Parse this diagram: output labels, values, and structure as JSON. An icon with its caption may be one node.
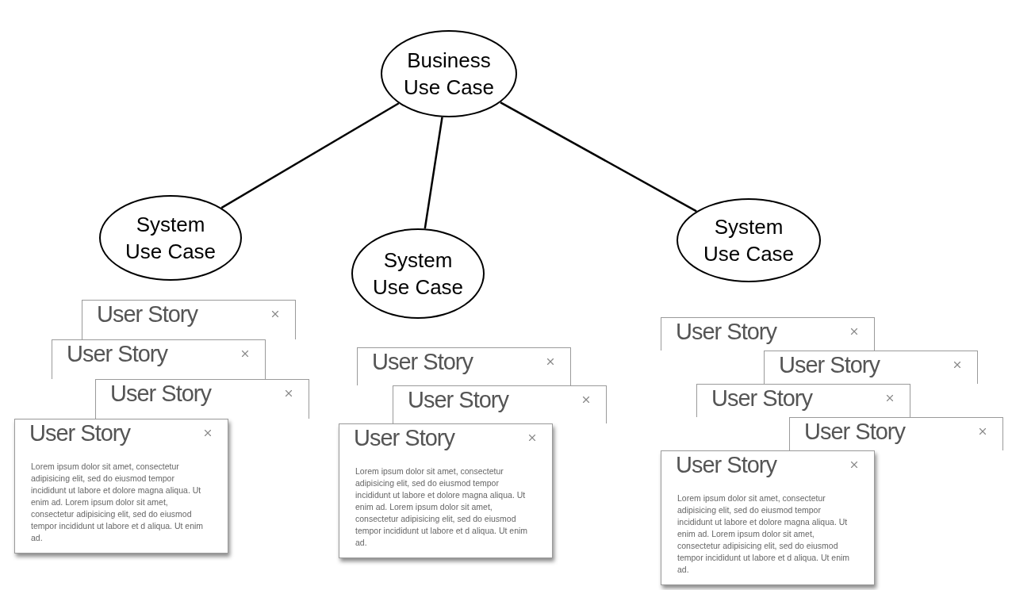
{
  "diagram": {
    "nodes": [
      {
        "text": [
          "Business Use Case"
        ]
      },
      {
        "text": [
          "System Use Case"
        ]
      },
      {
        "text": [
          "System Use Case"
        ]
      },
      {
        "text": [
          "System Use Case"
        ]
      },
      {
        "text": [
          "User Story"
        ]
      },
      {
        "text": [
          "User Story"
        ]
      },
      {
        "text": [
          "User Story"
        ]
      },
      {
        "text": [
          "User Story",
          "Lorem ipsum dolor sit amet, consectetur adipisicing elit, sed do eiusmod tempor incididunt ut labore et dolore magna aliqua. Ut enim ad. Lorem ipsum dolor sit amet, consectetur adipisicing elit, sed do eiusmod tempor incididunt ut labore et d aliqua. Ut enim ad."
        ]
      },
      {
        "text": [
          "User Story"
        ]
      },
      {
        "text": [
          "User Story"
        ]
      },
      {
        "text": [
          "User Story",
          "Lorem ipsum dolor sit amet, consectetur adipisicing elit, sed do eiusmod tempor incididunt ut labore et dolore magna aliqua. Ut enim ad. Lorem ipsum dolor sit amet, consectetur adipisicing elit, sed do eiusmod tempor incididunt ut labore et d aliqua. Ut enim ad."
        ]
      },
      {
        "text": [
          "User Story"
        ]
      },
      {
        "text": [
          "User Story"
        ]
      },
      {
        "text": [
          "User Story"
        ]
      },
      {
        "text": [
          "User Story"
        ]
      },
      {
        "text": [
          "User Story",
          "Lorem ipsum dolor sit amet, consectetur adipisicing elit, sed do eiusmod tempor incididunt ut labore et dolore magna aliqua. Ut enim ad. Lorem ipsum dolor sit amet, consectetur adipisicing elit, sed do eiusmod tempor incididunt ut labore et d aliqua. Ut enim ad."
        ]
      }
    ],
    "edges": [
      {
        "from": 0,
        "to": 1,
        "arrow": "none"
      },
      {
        "from": 0,
        "to": 2,
        "arrow": "none"
      },
      {
        "from": 0,
        "to": 3,
        "arrow": "none"
      }
    ]
  }
}
